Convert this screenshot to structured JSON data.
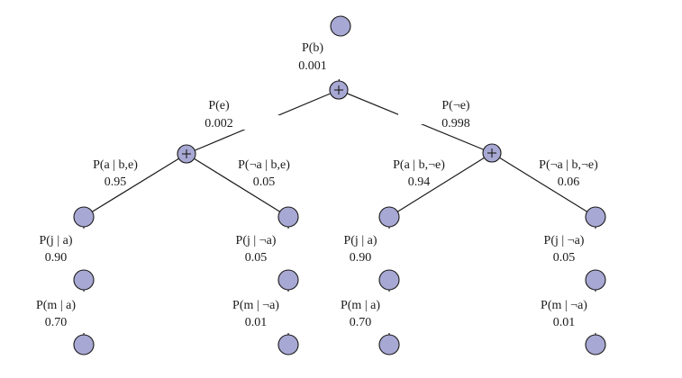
{
  "diagram": {
    "node_fill": "#a8a8d4",
    "edge_color": "#1a1a1a",
    "labels": {
      "root": {
        "prob": "P(b)",
        "value": "0.001"
      },
      "e": {
        "prob": "P(e)",
        "value": "0.002"
      },
      "not_e": {
        "prob": "P(¬e)",
        "value": "0.998"
      },
      "a_be": {
        "prob": "P(a | b,e)",
        "value": "0.95"
      },
      "nota_be": {
        "prob": "P(¬a | b,e)",
        "value": "0.05"
      },
      "a_bne": {
        "prob": "P(a | b,¬e)",
        "value": "0.94"
      },
      "nota_bne": {
        "prob": "P(¬a | b,¬e)",
        "value": "0.06"
      },
      "j_a_1": {
        "prob": "P(j | a)",
        "value": "0.90"
      },
      "j_nota_1": {
        "prob": "P(j | ¬a)",
        "value": "0.05"
      },
      "j_a_2": {
        "prob": "P(j | a)",
        "value": "0.90"
      },
      "j_nota_2": {
        "prob": "P(j | ¬a)",
        "value": "0.05"
      },
      "m_a_1": {
        "prob": "P(m | a)",
        "value": "0.70"
      },
      "m_nota_1": {
        "prob": "P(m | ¬a)",
        "value": "0.01"
      },
      "m_a_2": {
        "prob": "P(m | a)",
        "value": "0.70"
      },
      "m_nota_2": {
        "prob": "P(m | ¬a)",
        "value": "0.01"
      }
    }
  }
}
